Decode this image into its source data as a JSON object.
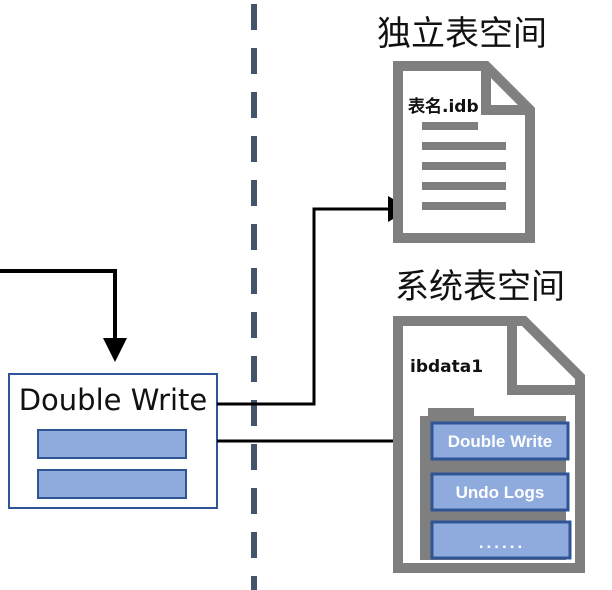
{
  "titles": {
    "independent_tablespace": "独立表空间",
    "system_tablespace": "系统表空间"
  },
  "buffer": {
    "label": "Double Write"
  },
  "files": {
    "table_file": "表名.idb",
    "system_file": "ibdata1"
  },
  "system_segments": [
    "Double Write",
    "Undo Logs",
    "......"
  ],
  "colors": {
    "divider": "#44546a",
    "box_border": "#2f5597",
    "block_fill": "#8faadc",
    "block_border": "#2f5597",
    "doc_gray": "#7f7f7f",
    "doc_fold_fill": "#ffffff",
    "arrow": "#000000"
  }
}
